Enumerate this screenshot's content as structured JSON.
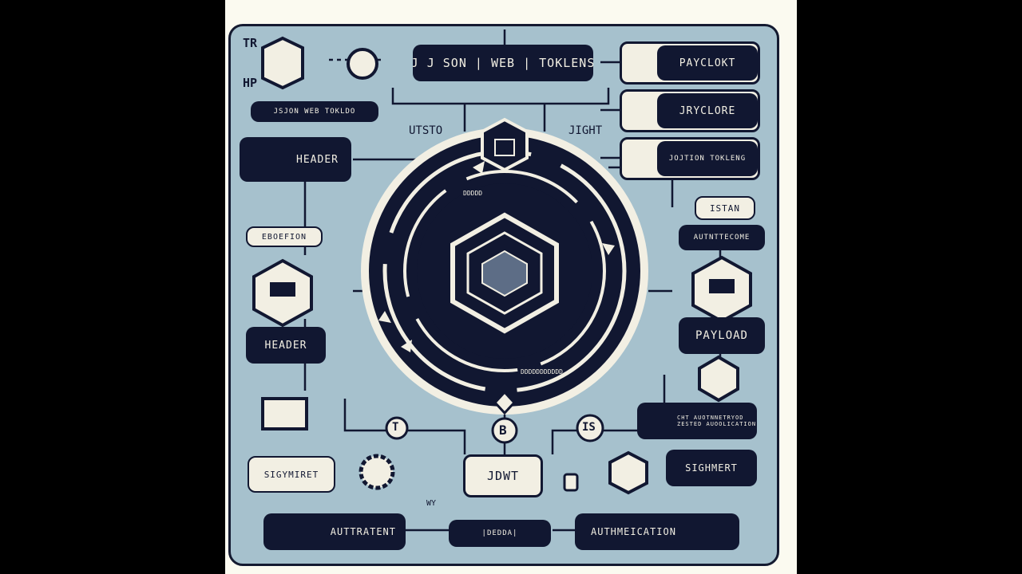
{
  "colors": {
    "navy": "#111731",
    "panel": "#a6c1cd",
    "cream": "#f2efe3",
    "frame": "#fbfaf0",
    "background": "#000000"
  },
  "corner_letters": {
    "top": "TR",
    "bottom": "HP"
  },
  "title_label": "J  J SON | WEB | TOKLENS",
  "top_small_label": "JSJON WEB TOKLDO",
  "right_column": [
    {
      "label": "PAYCLOKT"
    },
    {
      "label": "JRYCLORE"
    },
    {
      "label": "JOJTION TOKLENG"
    }
  ],
  "left_header_label": "HEADER",
  "mid_labels": {
    "left": "UTSTO",
    "right": "JIGHT"
  },
  "ring_labels": {
    "top": "DDDDD",
    "bottom": "DDDDDDDDDDD"
  },
  "left_badge": "EBOEFION",
  "right_badge": "ISTAN",
  "right_auth_label": "AUTNTTECOME",
  "header_label": "HEADER",
  "payload_label": "PAYLOAD",
  "center_b": "B",
  "center_t": "T",
  "center_is": "IS",
  "right_note": {
    "line1": "CHT AUOTNNETRYOD",
    "line2": "ZESTED AUOOLICATION"
  },
  "sigymiret_label": "SIGYMIRET",
  "jdwt_label": "JDWT",
  "sighmert_label": "SIGHMERT",
  "bottom_left_label": "AUTTRATENT",
  "bottom_mid_label": "|DEDDA|",
  "bottom_right_label": "AUTHMEICATION",
  "small_wy": "WY",
  "icons": [
    "shield-leaf-icon",
    "badge-icon",
    "chevron-icon",
    "cube-icon",
    "hexagon-core-icon",
    "layers-icon",
    "monitor-icon",
    "gear-icon",
    "lock-icon",
    "user-icon",
    "diamond-icon",
    "coin-icon"
  ]
}
